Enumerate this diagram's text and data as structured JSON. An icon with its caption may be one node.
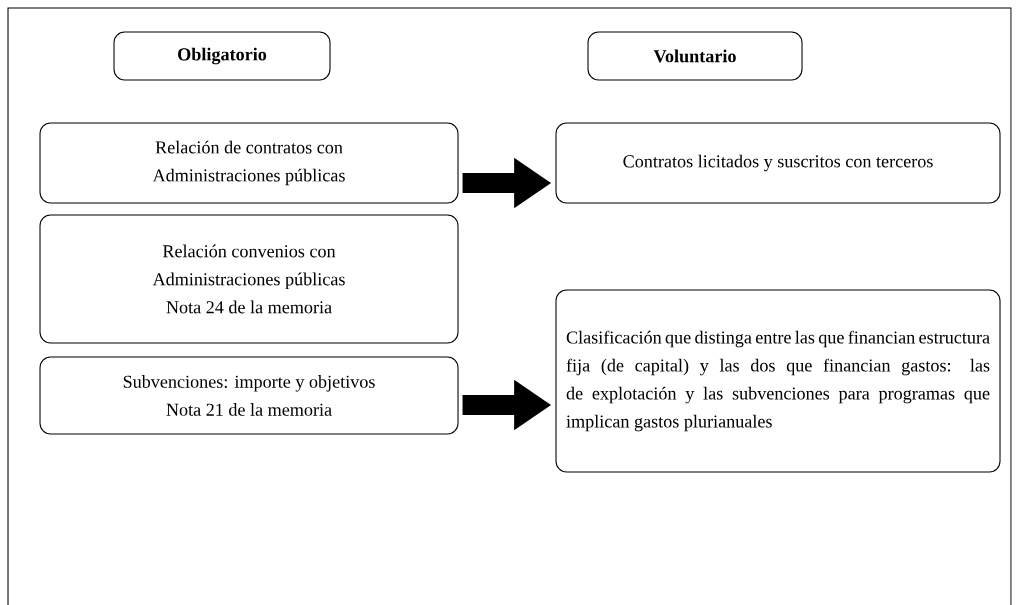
{
  "diagram": {
    "nodes": [
      {
        "text": [
          "Obligatorio"
        ]
      },
      {
        "text": [
          "Voluntario"
        ]
      },
      {
        "text": [
          "Relación de contratos con Administraciones públicas"
        ]
      },
      {
        "text": [
          "Contratos licitados y suscritos con terceros"
        ]
      },
      {
        "text": [
          "Relación convenios con Administraciones públicas",
          "Nota 24 de la memoria"
        ]
      },
      {
        "text": [
          "Subvenciones: importe y objetivos",
          "Nota 21 de la memoria"
        ]
      },
      {
        "text": [
          "Clasificación que distinga entre las que financian estructura fija (de capital) y las dos que financian gastos: las de explotación y las subvenciones para programas que implican gastos plurianuales"
        ]
      }
    ],
    "edges": [
      {
        "from": 2,
        "to": 3,
        "arrow": "to"
      },
      {
        "from": 5,
        "to": 6,
        "arrow": "to"
      }
    ]
  }
}
